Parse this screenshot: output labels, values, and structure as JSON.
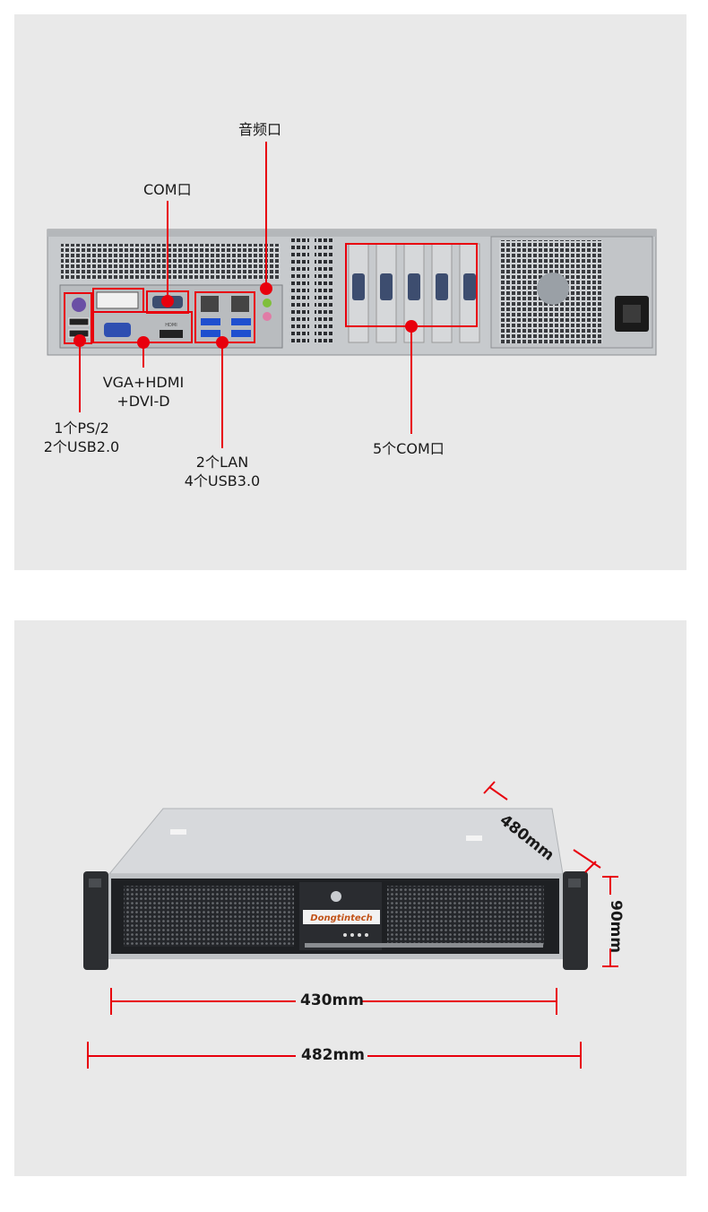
{
  "rear_panel": {
    "labels": {
      "audio": "音频口",
      "com": "COM口",
      "vga_line1": "VGA+HDMI",
      "vga_line2": "+DVI-D",
      "ps2_line1": "1个PS/2",
      "ps2_line2": "2个USB2.0",
      "lan_line1": "2个LAN",
      "lan_line2": "4个USB3.0",
      "com5": "5个COM口"
    },
    "port_text": {
      "hdmi": "HDMI"
    }
  },
  "front_view": {
    "brand": "Dongtintech",
    "dimensions": {
      "depth": "480mm",
      "height": "90mm",
      "inner_width": "430mm",
      "outer_width": "482mm"
    }
  },
  "colors": {
    "annotation": "#e8000d",
    "panel_bg": "#e9e9e9"
  }
}
